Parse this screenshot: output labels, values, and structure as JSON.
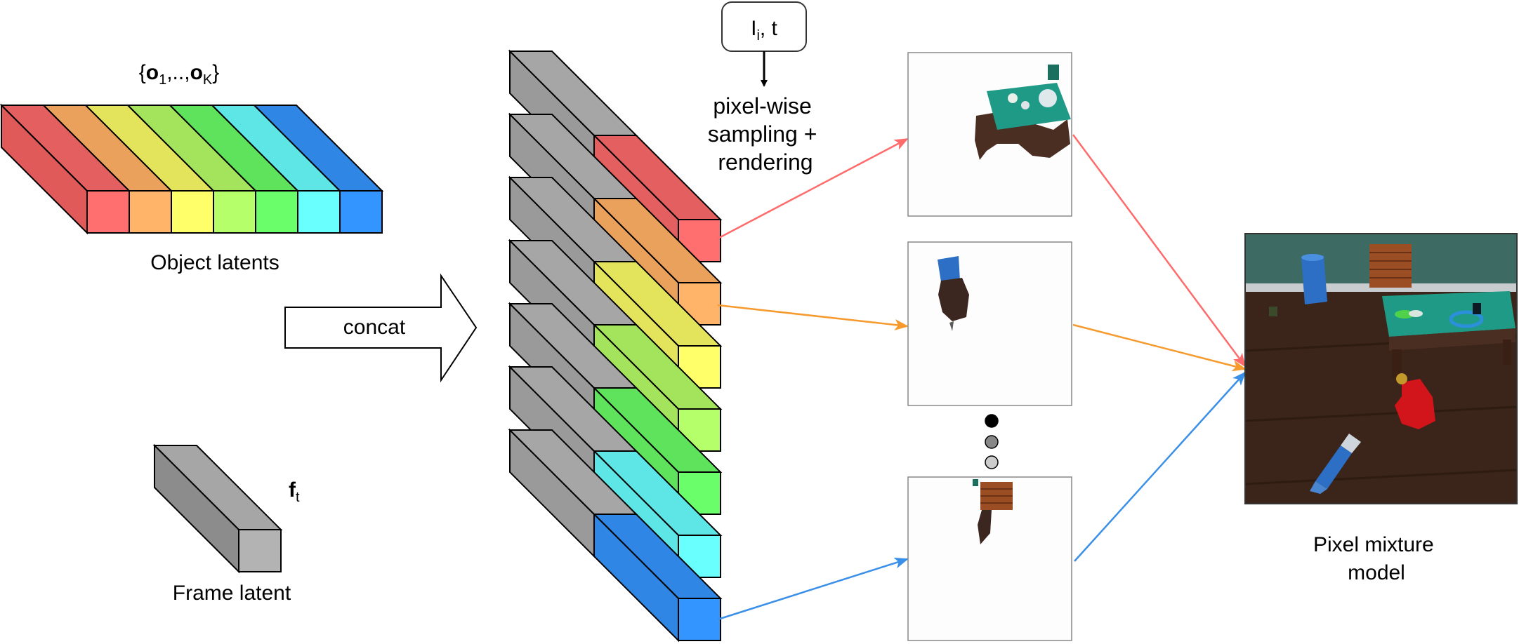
{
  "object_latents": {
    "label": "Object latents",
    "set_label": {
      "open": "{",
      "o1": "o",
      "sub1": "1",
      "mid": ",..,",
      "oK": "o",
      "subK": "K",
      "close": "}"
    },
    "slot_colors": [
      "#e45f5f",
      "#eaa15c",
      "#e3e35c",
      "#a4e35c",
      "#5fe35c",
      "#5ee6e6",
      "#2f86e4"
    ],
    "slot_front_colors": [
      "#ff6f6f",
      "#ffb46a",
      "#ffff6a",
      "#b4ff6a",
      "#6aff6a",
      "#6affff",
      "#3395ff"
    ]
  },
  "frame_latent": {
    "label": "Frame latent",
    "symbol": "f",
    "subscript": "t",
    "color": "#a6a6a6"
  },
  "concat": {
    "label": "concat"
  },
  "query": {
    "text_main": "I",
    "text_sub": "i",
    "text_rest": ", t"
  },
  "sampling": {
    "lines": [
      "pixel-wise",
      "sampling +",
      "rendering"
    ],
    "color": "#ff6b6b"
  },
  "arrows": {
    "red": "#ff6b6b",
    "orange": "#f79a2e",
    "blue": "#3a8fe8"
  },
  "renders": [
    "render-object-table",
    "render-object-cup",
    "render-object-block"
  ],
  "dots": [
    "#000000",
    "#888888",
    "#cccccc"
  ],
  "mixture": {
    "lines": [
      "Pixel mixture",
      "model"
    ]
  }
}
